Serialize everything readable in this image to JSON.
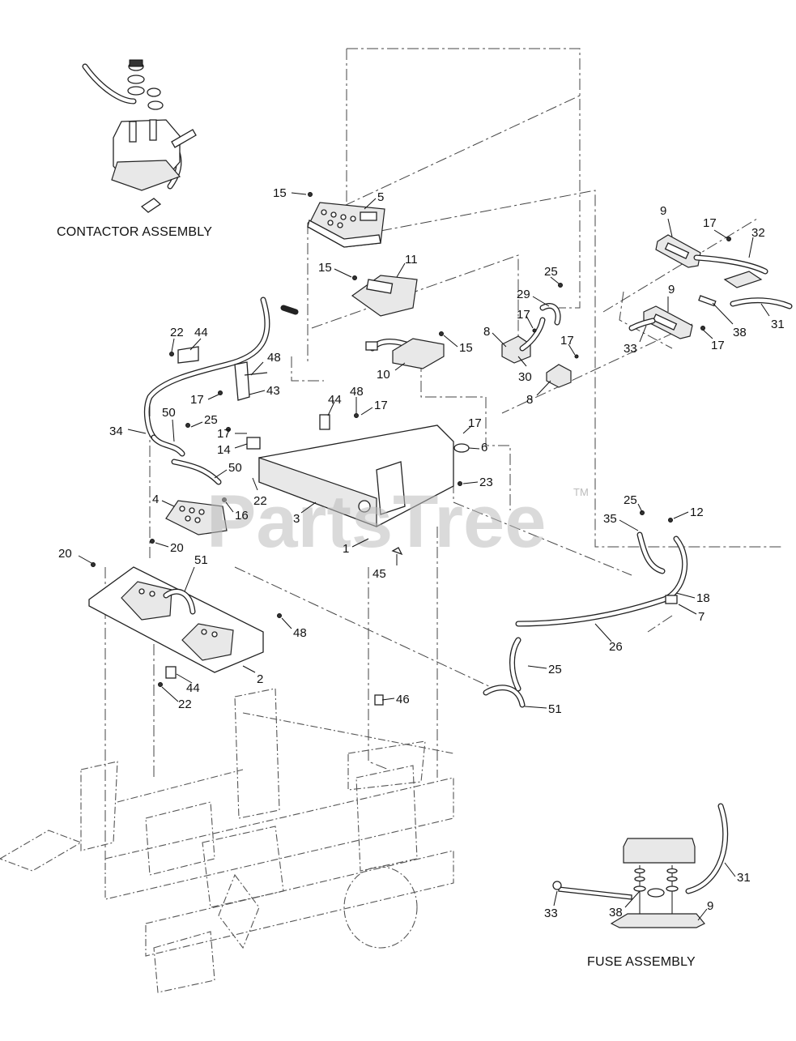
{
  "captions": {
    "contactor": "CONTACTOR ASSEMBLY",
    "fuse": "FUSE ASSEMBLY"
  },
  "watermark": {
    "text": "PartsTree",
    "tm": "TM"
  },
  "callouts": [
    {
      "id": "c15a",
      "label": "15"
    },
    {
      "id": "c5",
      "label": "5"
    },
    {
      "id": "c15b",
      "label": "15"
    },
    {
      "id": "c11",
      "label": "11"
    },
    {
      "id": "c9a",
      "label": "9"
    },
    {
      "id": "c17a",
      "label": "17"
    },
    {
      "id": "c32",
      "label": "32"
    },
    {
      "id": "c25a",
      "label": "25"
    },
    {
      "id": "c29",
      "label": "29"
    },
    {
      "id": "c17b",
      "label": "17"
    },
    {
      "id": "c8a",
      "label": "8"
    },
    {
      "id": "c17c",
      "label": "17"
    },
    {
      "id": "c15c",
      "label": "15"
    },
    {
      "id": "c10",
      "label": "10"
    },
    {
      "id": "c30",
      "label": "30"
    },
    {
      "id": "c8b",
      "label": "8"
    },
    {
      "id": "c9b",
      "label": "9"
    },
    {
      "id": "c38a",
      "label": "38"
    },
    {
      "id": "c31a",
      "label": "31"
    },
    {
      "id": "c33a",
      "label": "33"
    },
    {
      "id": "c17d",
      "label": "17"
    },
    {
      "id": "c22a",
      "label": "22"
    },
    {
      "id": "c44a",
      "label": "44"
    },
    {
      "id": "c48a",
      "label": "48"
    },
    {
      "id": "c17e",
      "label": "17"
    },
    {
      "id": "c43",
      "label": "43"
    },
    {
      "id": "c44b",
      "label": "44"
    },
    {
      "id": "c48b",
      "label": "48"
    },
    {
      "id": "c17f",
      "label": "17"
    },
    {
      "id": "c34",
      "label": "34"
    },
    {
      "id": "c50a",
      "label": "50"
    },
    {
      "id": "c25b",
      "label": "25"
    },
    {
      "id": "c17g",
      "label": "17"
    },
    {
      "id": "c14",
      "label": "14"
    },
    {
      "id": "c17h",
      "label": "17"
    },
    {
      "id": "c6",
      "label": "6"
    },
    {
      "id": "c50b",
      "label": "50"
    },
    {
      "id": "c23",
      "label": "23"
    },
    {
      "id": "c22b",
      "label": "22"
    },
    {
      "id": "c4",
      "label": "4"
    },
    {
      "id": "c16",
      "label": "16"
    },
    {
      "id": "c3",
      "label": "3"
    },
    {
      "id": "c25c",
      "label": "25"
    },
    {
      "id": "c35",
      "label": "35"
    },
    {
      "id": "c12",
      "label": "12"
    },
    {
      "id": "c1",
      "label": "1"
    },
    {
      "id": "c20a",
      "label": "20"
    },
    {
      "id": "c20b",
      "label": "20"
    },
    {
      "id": "c45",
      "label": "45"
    },
    {
      "id": "c51a",
      "label": "51"
    },
    {
      "id": "c18",
      "label": "18"
    },
    {
      "id": "c7",
      "label": "7"
    },
    {
      "id": "c48c",
      "label": "48"
    },
    {
      "id": "c26",
      "label": "26"
    },
    {
      "id": "c2",
      "label": "2"
    },
    {
      "id": "c25d",
      "label": "25"
    },
    {
      "id": "c44c",
      "label": "44"
    },
    {
      "id": "c22c",
      "label": "22"
    },
    {
      "id": "c46",
      "label": "46"
    },
    {
      "id": "c51b",
      "label": "51"
    },
    {
      "id": "c31b",
      "label": "31"
    },
    {
      "id": "c33b",
      "label": "33"
    },
    {
      "id": "c38b",
      "label": "38"
    },
    {
      "id": "c9c",
      "label": "9"
    }
  ]
}
